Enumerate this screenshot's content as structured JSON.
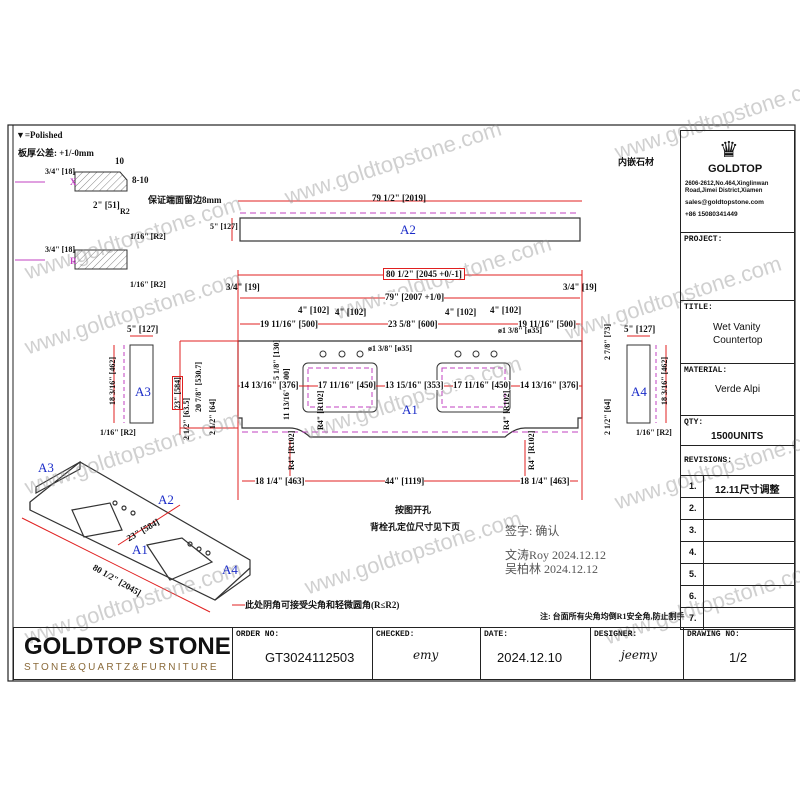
{
  "legend": {
    "polished": "▼=Polished",
    "tolerance": "板厚公差: +1/-0mm",
    "edge_x": "X",
    "edge_r": "R",
    "chamfer_w": "10",
    "chamfer_h": "8-10",
    "edge_note": "保证端面留边8mm",
    "thick1": "3/4\" [18]",
    "over": "2\" [51]",
    "r2a": "R2",
    "thick2": "3/4\" [18]",
    "r2b": "1/16\" [R2]",
    "r2c": "1/16\" [R2]"
  },
  "dims": {
    "a2_len": "79 1/2\" [2019]",
    "a2_h": "5\" [127]",
    "total": "80 1/2\" [2045 +0/-1]",
    "overhang_l": "3/4\" [19]",
    "overhang_r": "3/4\" [19]",
    "inner": "79\" [2007 +1/0]",
    "hole1": "4\" [102]",
    "hole2": "4\" [102]",
    "hole3": "4\" [102]",
    "hole4": "4\" [102]",
    "left_c": "19 11/16\" [500]",
    "mid_c": "23 5/8\" [600]",
    "right_c": "19 11/16\" [500]",
    "hole_d1": "ø1 3/8\" [ø35]",
    "hole_d2": "ø1 3/8\" [ø35]",
    "hole_off": "5 1/8\" [130]",
    "sink_depth": "11 13/16\" [300]",
    "left_e": "14 13/16\" [376]",
    "sink_w1": "17 11/16\" [450]",
    "between": "13 15/16\" [353]",
    "sink_w2": "17 11/16\" [450]",
    "right_e": "14 13/16\" [376]",
    "r_corner1": "R4\" [R102]",
    "r_corner2": "R4\" [R102]",
    "r_corner3": "R4\" [R102]",
    "r_corner4": "R4\" [R102]",
    "bot_l": "18 1/4\" [463]",
    "bot_m": "44\" [1119]",
    "bot_r": "18 1/4\" [463]",
    "right_top": "2 7/8\" [73]",
    "right_step": "2 1/2\" [64]",
    "left_step": "2 1/2\" [64]",
    "depth": "23\" [584]",
    "depth2": "20 7/8\" [530.7]",
    "notch": "2 1/2\" [63.5]",
    "a3_w": "5\" [127]",
    "a3_h": "18 3/16\" [462]",
    "a3_r": "1/16\" [R2]",
    "a4_w": "5\" [127]",
    "a4_h": "18 3/16\" [462]",
    "a4_r": "1/16\" [R2]",
    "iso_len": "80 1/2\" [2045]",
    "iso_depth": "23\" [584]"
  },
  "parts": {
    "a1": "A1",
    "a2": "A2",
    "a3": "A3",
    "a4": "A4"
  },
  "notes": {
    "inset": "内嵌石材",
    "cutout": "按图开孔",
    "backsplash": "背栓孔定位尺寸见下页",
    "sign": "签字: 确认",
    "sig1": "文涛Roy 2024.12.12",
    "sig2": "吴柏林 2024.12.12",
    "corner": "此处阴角可接受尖角和轻微圆角(R≤R2)",
    "safety": "注: 台面所有尖角均倒R1安全角,防止割手"
  },
  "company": {
    "logo_text": "GOLDTOP",
    "address": "2606-2612,No.464,Xinglinwan Road,Jimei District,Xiamen",
    "email": "sales@goldtopstone.com",
    "phone": "+86 15080341449",
    "brand": "GOLDTOP STONE",
    "tagline": "STONE&QUARTZ&FURNITURE"
  },
  "watermark": "www.goldtopstone.com",
  "panel": {
    "project_label": "PROJECT:",
    "project": "",
    "title_label": "TITLE:",
    "title": "Wet Vanity Countertop",
    "material_label": "MATERIAL:",
    "material": "Verde Alpi",
    "qty_label": "QTY:",
    "qty": "1500UNITS",
    "revisions_label": "REVISIONS:",
    "revisions": [
      {
        "n": "1.",
        "t": "12.11尺寸调整"
      },
      {
        "n": "2.",
        "t": ""
      },
      {
        "n": "3.",
        "t": ""
      },
      {
        "n": "4.",
        "t": ""
      },
      {
        "n": "5.",
        "t": ""
      },
      {
        "n": "6.",
        "t": ""
      },
      {
        "n": "7.",
        "t": ""
      }
    ]
  },
  "titleblock": {
    "order_label": "ORDER NO:",
    "order": "GT3024112503",
    "checked_label": "CHECKED:",
    "checked_sig": "emy",
    "date_label": "DATE:",
    "date": "2024.12.10",
    "designer_label": "DESIGNER:",
    "designer_sig": "jeemy",
    "drawing_label": "DRAWING NO:",
    "drawing": "1/2"
  },
  "colors": {
    "dim": "#e02020",
    "edge": "#c040c0",
    "label": "#1a2bc8",
    "brand_gold": "#8a6a3a"
  }
}
